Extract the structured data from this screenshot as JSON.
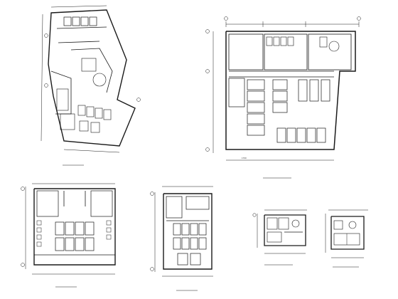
{
  "sheet": {
    "line_color": "#1a1a1a",
    "background": "#ffffff"
  },
  "plans": [
    {
      "id": "plan-a",
      "caption": "",
      "scale": ""
    },
    {
      "id": "plan-b",
      "caption": "",
      "scale": ""
    },
    {
      "id": "plan-c",
      "caption": "",
      "scale": ""
    },
    {
      "id": "plan-d",
      "caption": "",
      "scale": ""
    },
    {
      "id": "plan-e",
      "caption": "",
      "scale": ""
    },
    {
      "id": "plan-f",
      "caption": "",
      "scale": ""
    }
  ],
  "dimensions": {
    "b_top": [
      "",
      "",
      ""
    ],
    "b_bottom": [
      "1700",
      "",
      ""
    ],
    "c_top": [
      "",
      "",
      ""
    ],
    "d_top": [
      "",
      ""
    ],
    "e_top": [
      ""
    ],
    "f_top": [
      "",
      ""
    ]
  }
}
